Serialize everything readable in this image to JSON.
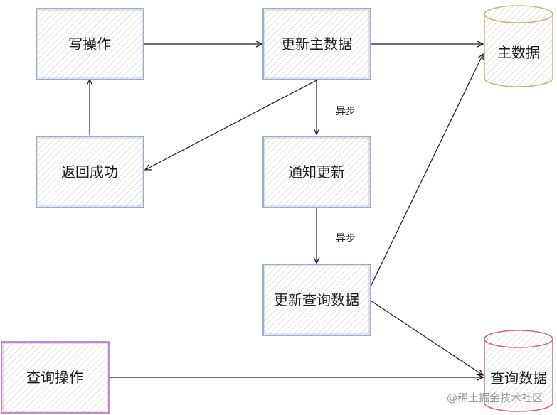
{
  "colors": {
    "box_stroke_blue": "#7f93b3",
    "box_stroke_purple": "#a86bb5",
    "db_stroke_yellow": "#c9b27a",
    "db_stroke_red": "#c46b6b",
    "arrow": "#1a1a1a"
  },
  "nodes": {
    "write_op": "写操作",
    "update_main": "更新主数据",
    "main_db": "主数据",
    "return_success": "返回成功",
    "notify_update": "通知更新",
    "update_query": "更新查询数据",
    "query_op": "查询操作",
    "query_db": "查询数据"
  },
  "edges": {
    "async_1": "异步",
    "async_2": "异步"
  },
  "watermark": "@稀土掘金技术社区"
}
